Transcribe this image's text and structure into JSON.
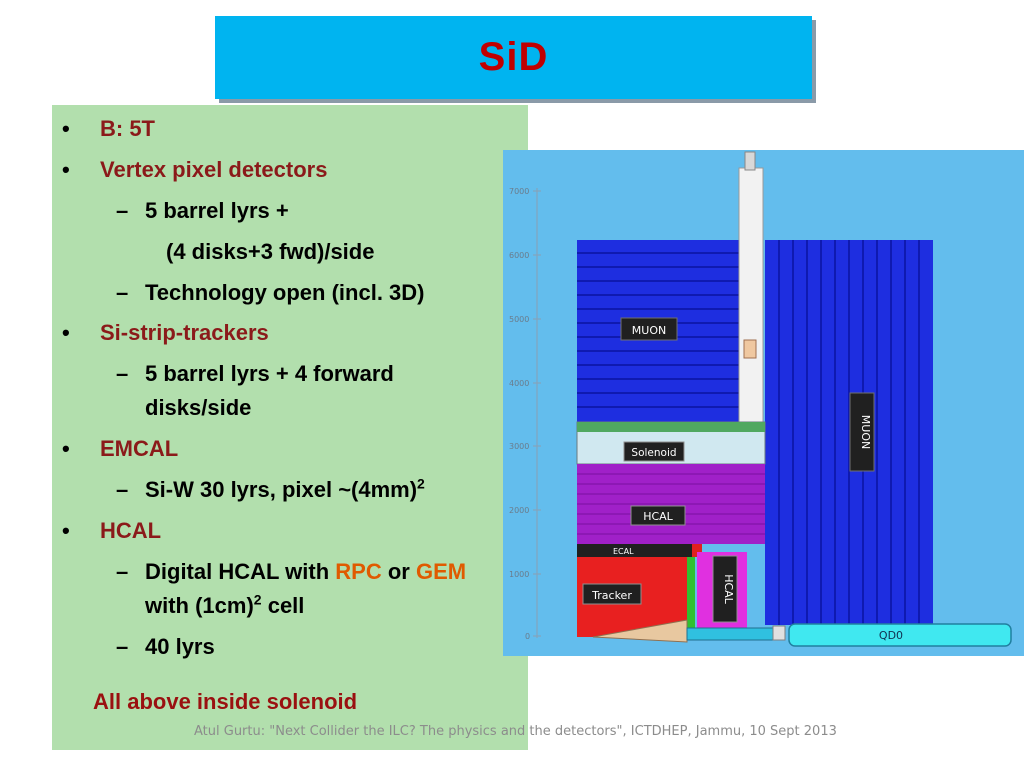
{
  "title": "SiD",
  "bullets": {
    "b1": "B: 5T",
    "b2": "Vertex pixel detectors",
    "s2a": "5 barrel lyrs +",
    "s2a_cont": "(4 disks+3 fwd)/side",
    "s2b": "Technology open (incl. 3D)",
    "b3": "Si-strip-trackers",
    "s3a_l1": "5 barrel lyrs + 4 forward",
    "s3a_l2": "disks/side",
    "b4": "EMCAL",
    "s4a": "Si-W 30 lyrs, pixel ~(4mm)",
    "s4a_sup": "2",
    "b5": "HCAL",
    "s5a_pre": "Digital HCAL with ",
    "s5a_rpc": "RPC",
    "s5a_or": " or ",
    "s5a_gem": "GEM",
    "s5a_l2": "with (1cm)",
    "s5a_l2_sup": "2",
    "s5a_l2_post": " cell",
    "s5b": "40 lyrs",
    "bullet_glyph": "•",
    "dash_glyph": "–"
  },
  "note": "All above inside solenoid",
  "footer": "Atul Gurtu: \"Next Collider the ILC? The physics and the detectors\", ICTDHEP, Jammu, 10 Sept 2013",
  "figure": {
    "axis_ticks": [
      "7000",
      "6000",
      "5000",
      "4000",
      "3000",
      "2000",
      "1000",
      "0"
    ],
    "labels": {
      "muon_barrel": "MUON",
      "muon_endcap": "MUON",
      "solenoid": "Solenoid",
      "hcal_barrel": "HCAL",
      "hcal_endcap": "HCAL",
      "ecal": "ECAL",
      "tracker": "Tracker",
      "qd0": "QD0"
    }
  },
  "colors": {
    "title_bg": "#00b4f0",
    "title_text": "#c00000",
    "panel_bg": "#b2dfad",
    "dark_red": "#8b1a1a",
    "orange": "#e05a00"
  }
}
